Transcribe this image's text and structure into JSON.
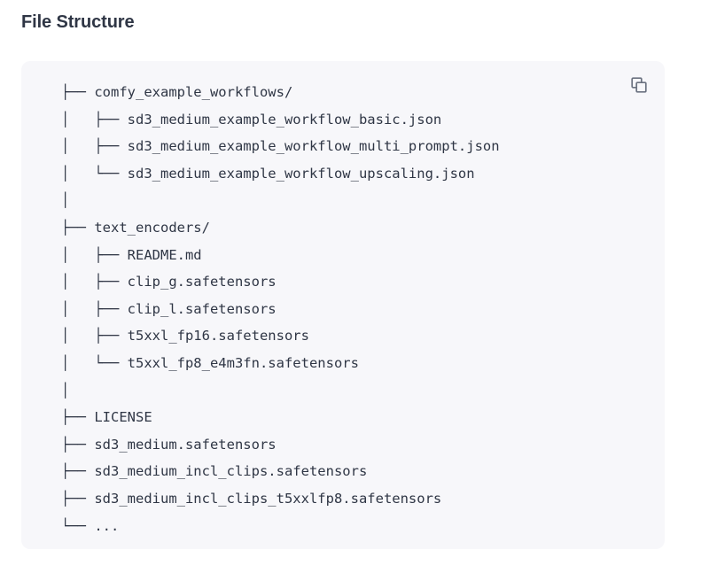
{
  "section": {
    "title": "File Structure"
  },
  "code_block": {
    "copy_label": "copy-icon",
    "language": "text",
    "lines": [
      "├── comfy_example_workflows/",
      "│   ├── sd3_medium_example_workflow_basic.json",
      "│   ├── sd3_medium_example_workflow_multi_prompt.json",
      "│   └── sd3_medium_example_workflow_upscaling.json",
      "│",
      "├── text_encoders/",
      "│   ├── README.md",
      "│   ├── clip_g.safetensors",
      "│   ├── clip_l.safetensors",
      "│   ├── t5xxl_fp16.safetensors",
      "│   └── t5xxl_fp8_e4m3fn.safetensors",
      "│",
      "├── LICENSE",
      "├── sd3_medium.safetensors",
      "├── sd3_medium_incl_clips.safetensors",
      "├── sd3_medium_incl_clips_t5xxlfp8.safetensors",
      "└── ..."
    ]
  },
  "colors": {
    "page_background": "#ffffff",
    "panel_background": "#f7f7fa",
    "text": "#2f3645",
    "icon": "#6b7280"
  }
}
